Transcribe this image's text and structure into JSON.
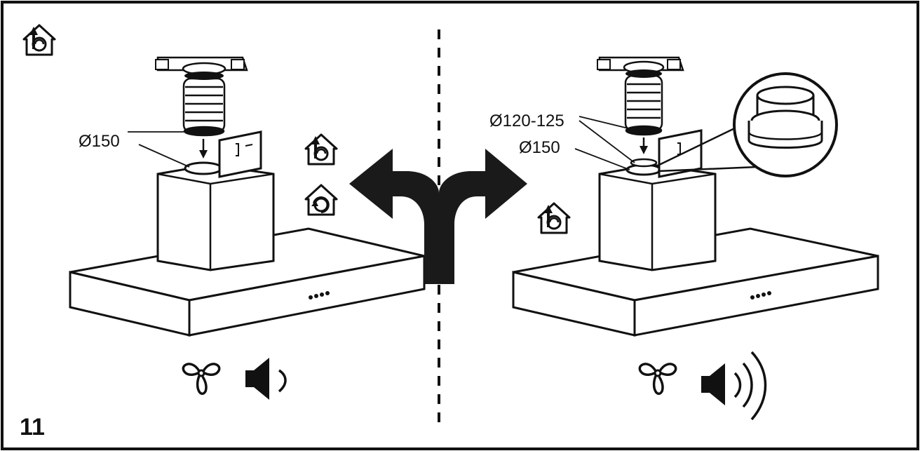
{
  "figure": {
    "step_number": "11",
    "left_panel": {
      "duct_diameter_label": "Ø150",
      "mode_icons": [
        "ducted-mode-icon",
        "recirculation-mode-icon"
      ],
      "indicators": [
        "fan-icon",
        "speaker-low-volume-icon"
      ]
    },
    "right_panel": {
      "adapter_diameter_label": "Ø120-125",
      "duct_diameter_label": "Ø150",
      "mode_icons": [
        "ducted-mode-icon"
      ],
      "indicators": [
        "fan-icon",
        "speaker-high-volume-icon"
      ],
      "detail_callout": "reducer-adapter-magnified"
    },
    "corner_icon": "ducted-mode-icon",
    "colors": {
      "line": "#111111",
      "background": "#ffffff",
      "arrow": "#1a1a1a"
    }
  }
}
